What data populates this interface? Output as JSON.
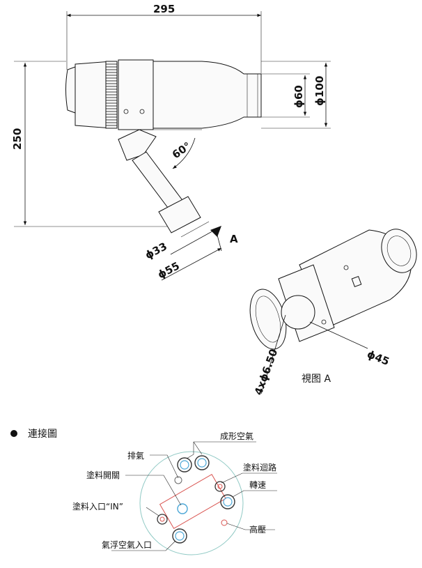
{
  "dimensions": {
    "overall_length": "295",
    "height": "250",
    "dia_60": "ϕ60",
    "dia_100": "ϕ100",
    "angle": "60°",
    "dia_33": "ϕ33",
    "dia_55": "ϕ55",
    "view_marker": "A",
    "dia_45": "ϕ45",
    "holes": "4xϕ6.50"
  },
  "view_a_label": "視图 A",
  "connection": {
    "title": "連接圖",
    "labels": {
      "exhaust": "排氣",
      "shaping_air": "成形空氣",
      "paint_switch": "塗料開關",
      "paint_return": "塗料迴路",
      "rotation_speed": "轉速",
      "paint_inlet": "塗料入口“IN”",
      "high_voltage": "高壓",
      "bearing_air_inlet": "氣浮空氣入口"
    }
  }
}
